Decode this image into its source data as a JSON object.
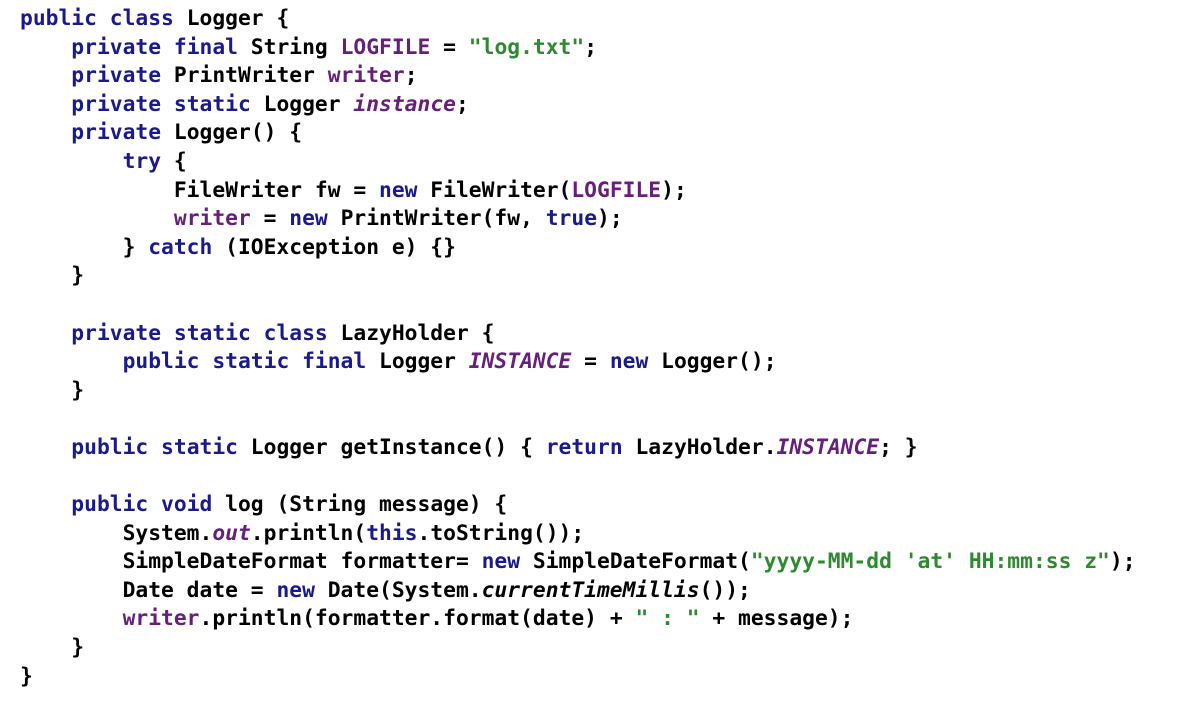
{
  "code": {
    "language": "java",
    "lines": [
      [
        {
          "k": "keyword",
          "t": "public class"
        },
        {
          "k": "plain",
          "t": " Logger {"
        }
      ],
      [
        {
          "k": "plain",
          "t": "    "
        },
        {
          "k": "keyword",
          "t": "private final"
        },
        {
          "k": "plain",
          "t": " String "
        },
        {
          "k": "field",
          "t": "LOGFILE"
        },
        {
          "k": "plain",
          "t": " = "
        },
        {
          "k": "string",
          "t": "\"log.txt\""
        },
        {
          "k": "plain",
          "t": ";"
        }
      ],
      [
        {
          "k": "plain",
          "t": "    "
        },
        {
          "k": "keyword",
          "t": "private"
        },
        {
          "k": "plain",
          "t": " PrintWriter "
        },
        {
          "k": "field",
          "t": "writer"
        },
        {
          "k": "plain",
          "t": ";"
        }
      ],
      [
        {
          "k": "plain",
          "t": "    "
        },
        {
          "k": "keyword",
          "t": "private static"
        },
        {
          "k": "plain",
          "t": " Logger "
        },
        {
          "k": "static-field",
          "t": "instance"
        },
        {
          "k": "plain",
          "t": ";"
        }
      ],
      [
        {
          "k": "plain",
          "t": "    "
        },
        {
          "k": "keyword",
          "t": "private"
        },
        {
          "k": "plain",
          "t": " Logger() {"
        }
      ],
      [
        {
          "k": "plain",
          "t": "        "
        },
        {
          "k": "keyword",
          "t": "try"
        },
        {
          "k": "plain",
          "t": " {"
        }
      ],
      [
        {
          "k": "plain",
          "t": "            FileWriter fw = "
        },
        {
          "k": "keyword",
          "t": "new"
        },
        {
          "k": "plain",
          "t": " FileWriter("
        },
        {
          "k": "field",
          "t": "LOGFILE"
        },
        {
          "k": "plain",
          "t": ");"
        }
      ],
      [
        {
          "k": "plain",
          "t": "            "
        },
        {
          "k": "field",
          "t": "writer"
        },
        {
          "k": "plain",
          "t": " = "
        },
        {
          "k": "keyword",
          "t": "new"
        },
        {
          "k": "plain",
          "t": " PrintWriter(fw, "
        },
        {
          "k": "keyword",
          "t": "true"
        },
        {
          "k": "plain",
          "t": ");"
        }
      ],
      [
        {
          "k": "plain",
          "t": "        } "
        },
        {
          "k": "keyword",
          "t": "catch"
        },
        {
          "k": "plain",
          "t": " (IOException e) {}"
        }
      ],
      [
        {
          "k": "plain",
          "t": "    }"
        }
      ],
      [],
      [
        {
          "k": "plain",
          "t": "    "
        },
        {
          "k": "keyword",
          "t": "private static class"
        },
        {
          "k": "plain",
          "t": " LazyHolder {"
        }
      ],
      [
        {
          "k": "plain",
          "t": "        "
        },
        {
          "k": "keyword",
          "t": "public static final"
        },
        {
          "k": "plain",
          "t": " Logger "
        },
        {
          "k": "static-field",
          "t": "INSTANCE"
        },
        {
          "k": "plain",
          "t": " = "
        },
        {
          "k": "keyword",
          "t": "new"
        },
        {
          "k": "plain",
          "t": " Logger();"
        }
      ],
      [
        {
          "k": "plain",
          "t": "    }"
        }
      ],
      [],
      [
        {
          "k": "plain",
          "t": "    "
        },
        {
          "k": "keyword",
          "t": "public static"
        },
        {
          "k": "plain",
          "t": " Logger getInstance() { "
        },
        {
          "k": "keyword",
          "t": "return"
        },
        {
          "k": "plain",
          "t": " LazyHolder."
        },
        {
          "k": "static-field",
          "t": "INSTANCE"
        },
        {
          "k": "plain",
          "t": "; }"
        }
      ],
      [],
      [
        {
          "k": "plain",
          "t": "    "
        },
        {
          "k": "keyword",
          "t": "public void"
        },
        {
          "k": "plain",
          "t": " log (String message) {"
        }
      ],
      [
        {
          "k": "plain",
          "t": "        System."
        },
        {
          "k": "static-field",
          "t": "out"
        },
        {
          "k": "plain",
          "t": ".println("
        },
        {
          "k": "keyword",
          "t": "this"
        },
        {
          "k": "plain",
          "t": ".toString());"
        }
      ],
      [
        {
          "k": "plain",
          "t": "        SimpleDateFormat formatter= "
        },
        {
          "k": "keyword",
          "t": "new"
        },
        {
          "k": "plain",
          "t": " SimpleDateFormat("
        },
        {
          "k": "string",
          "t": "\"yyyy-MM-dd 'at' HH:mm:ss z\""
        },
        {
          "k": "plain",
          "t": ");"
        }
      ],
      [
        {
          "k": "plain",
          "t": "        Date date = "
        },
        {
          "k": "keyword",
          "t": "new"
        },
        {
          "k": "plain",
          "t": " Date(System."
        },
        {
          "k": "static-method",
          "t": "currentTimeMillis"
        },
        {
          "k": "plain",
          "t": "());"
        }
      ],
      [
        {
          "k": "plain",
          "t": "        "
        },
        {
          "k": "field",
          "t": "writer"
        },
        {
          "k": "plain",
          "t": ".println(formatter.format(date) + "
        },
        {
          "k": "string",
          "t": "\" : \""
        },
        {
          "k": "plain",
          "t": " + message);"
        }
      ],
      [
        {
          "k": "plain",
          "t": "    }"
        }
      ],
      [
        {
          "k": "plain",
          "t": "}"
        }
      ]
    ]
  }
}
